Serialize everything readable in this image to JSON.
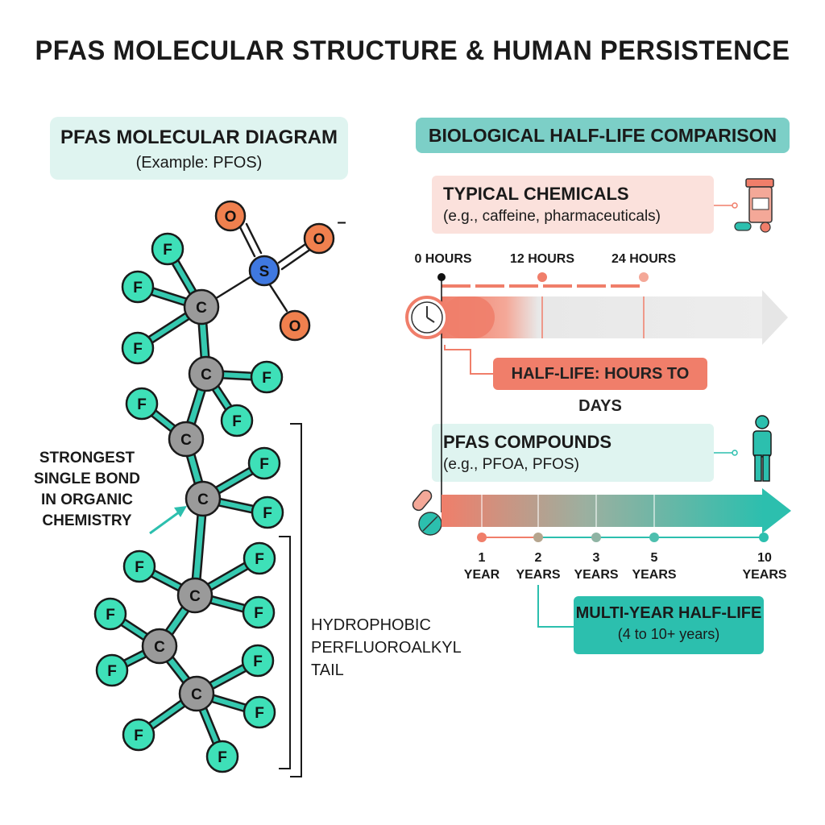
{
  "title": "PFAS MOLECULAR STRUCTURE & HUMAN PERSISTENCE",
  "left_panel": {
    "heading": "PFAS MOLECULAR DIAGRAM",
    "subheading": "(Example: PFOS)",
    "annotation_bond": "STRONGEST SINGLE BOND IN ORGANIC CHEMISTRY",
    "annotation_tail": "HYDROPHOBIC PERFLUOROALKYL TAIL",
    "atom_labels": {
      "carbon": "C",
      "fluorine": "F",
      "sulfur": "S",
      "oxygen": "O",
      "charge": "–"
    }
  },
  "right_panel": {
    "heading": "BIOLOGICAL HALF-LIFE COMPARISON",
    "typical": {
      "title": "TYPICAL CHEMICALS",
      "subtitle": "(e.g., caffeine, pharmaceuticals)",
      "timeline_labels": [
        "0 HOURS",
        "12 HOURS",
        "24 HOURS"
      ],
      "half_life": "HALF-LIFE: HOURS TO DAYS"
    },
    "pfas": {
      "title": "PFAS COMPOUNDS",
      "subtitle": "(e.g., PFOA, PFOS)",
      "timeline_labels": [
        {
          "num": "1",
          "unit": "YEAR"
        },
        {
          "num": "2",
          "unit": "YEARS"
        },
        {
          "num": "3",
          "unit": "YEARS"
        },
        {
          "num": "5",
          "unit": "YEARS"
        },
        {
          "num": "10",
          "unit": "YEARS"
        }
      ],
      "half_life_title": "MULTI-YEAR HALF-LIFE",
      "half_life_range": "(4 to 10+ years)"
    }
  },
  "colors": {
    "teal": "#2cbfae",
    "teal_light": "#dff4f0",
    "salmon": "#f07e6a",
    "salmon_light": "#fbe1dc",
    "carbon_gray": "#9a9a9a",
    "fluorine_green": "#3ee0b8",
    "oxygen_orange": "#f0804e",
    "sulfur_blue": "#3f78e0"
  }
}
